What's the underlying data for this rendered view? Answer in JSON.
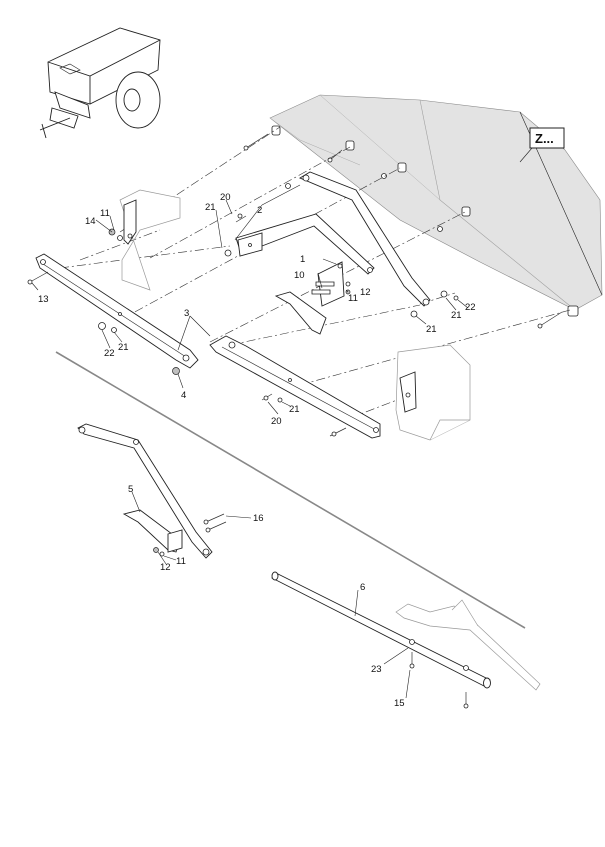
{
  "diagram": {
    "reference_box": "Z...",
    "callouts": {
      "c1": "1",
      "c2": "2",
      "c3": "3",
      "c4": "4",
      "c5": "5",
      "c6": "6",
      "c10": "10",
      "c11a": "11",
      "c11b": "11",
      "c11c": "11",
      "c12a": "12",
      "c12b": "12",
      "c13": "13",
      "c14": "14",
      "c15": "15",
      "c16": "16",
      "c20a": "20",
      "c20b": "20",
      "c21a": "21",
      "c21b": "21",
      "c21c": "21",
      "c21d": "21",
      "c21e": "21",
      "c22a": "22",
      "c22b": "22",
      "c23": "23"
    },
    "colors": {
      "ink": "#222222",
      "panel_shade": "#e3e3e3",
      "ghost": "#999999"
    }
  }
}
